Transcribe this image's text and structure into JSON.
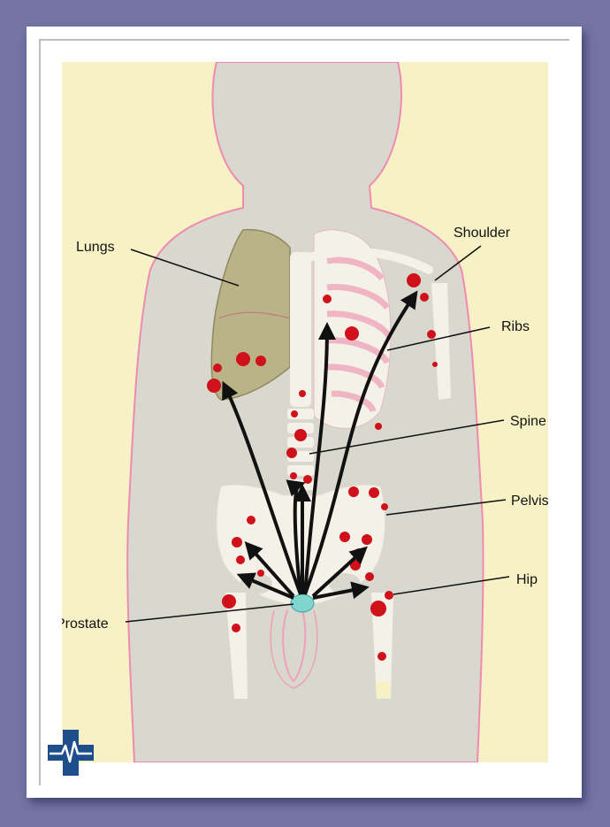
{
  "labels": {
    "lungs": "Lungs",
    "shoulder": "Shoulder",
    "ribs": "Ribs",
    "spine": "Spine",
    "pelvis": "Pelvis",
    "hip": "Hip",
    "prostate": "Prostate"
  },
  "colors": {
    "background": "#7474a6",
    "panel": "#f7f2c6",
    "body_fill": "#d8d8cf",
    "body_outline": "#f08ab0",
    "bone": "#f3f1e8",
    "lung": "#b9b387",
    "rib_pink": "#f0b5c4",
    "metastasis": "#d0101a",
    "prostate": "#7fd6d0",
    "arrow": "#111111",
    "logo": "#1f4e8c"
  },
  "icons": {
    "logo": "medical-cross-heartbeat-icon"
  }
}
